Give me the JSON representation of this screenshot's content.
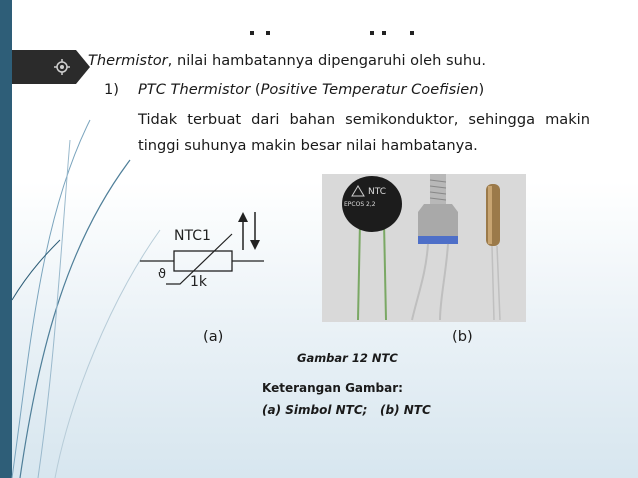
{
  "intro": {
    "term": "Thermistor",
    "rest": ", nilai hambatannya dipengaruhi oleh suhu."
  },
  "item": {
    "number": "1)",
    "title_term": "PTC Thermistor",
    "title_open": " (",
    "title_detail": "Positive Temperatur Coefisien",
    "title_close": ")",
    "line1": "Tidak terbuat dari bahan semikonduktor, sehingga makin",
    "line2": "tinggi suhunya makin besar nilai hambatanya."
  },
  "figure": {
    "symbol_label": "NTC1",
    "symbol_value": "1k",
    "symbol_temp_mark": "ϑ",
    "photo_part_label_1": "NTC",
    "photo_part_label_2": "EPCOS 2,2",
    "caption_a": "(a)",
    "caption_b": "(b)",
    "title": "Gambar 12 NTC",
    "note_title": "Keterangan Gambar:",
    "note_body": "(a) Simbol NTC;   (b) NTC"
  },
  "colors": {
    "left_bar": "#2e5e78",
    "arrow_tab": "#2b2b2b",
    "photo_bg": "#d9d9d9"
  }
}
